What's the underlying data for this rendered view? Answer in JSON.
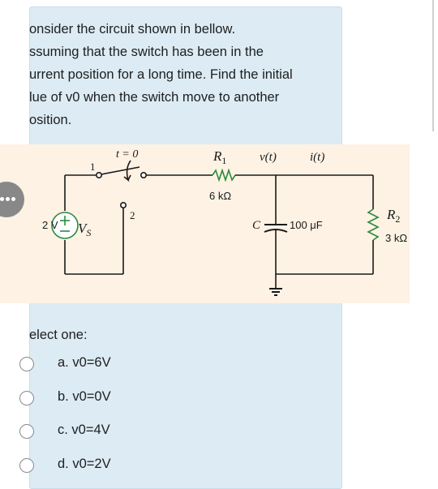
{
  "question": {
    "lines": [
      "onsider the circuit shown in bellow.",
      "ssuming that the switch has been in the",
      "urrent position for a long time. Find the initial",
      "lue of v0 when the switch move to another",
      "osition."
    ]
  },
  "circuit": {
    "t_label": "t = 0",
    "node1": "1",
    "node2": "2",
    "source_value": "2 V",
    "source_name": "V",
    "source_sub": "S",
    "r1_name": "R",
    "r1_sub": "1",
    "r1_value": "6 kΩ",
    "v_label": "v(t)",
    "i_label": "i(t)",
    "cap_name": "C",
    "cap_value": "100 μF",
    "r2_name": "R",
    "r2_sub": "2",
    "r2_value": "3 kΩ"
  },
  "select_label": "elect one:",
  "options": [
    {
      "label": "a. v0=6V"
    },
    {
      "label": "b. v0=0V"
    },
    {
      "label": "c. v0=4V"
    },
    {
      "label": "d. v0=2V"
    }
  ]
}
